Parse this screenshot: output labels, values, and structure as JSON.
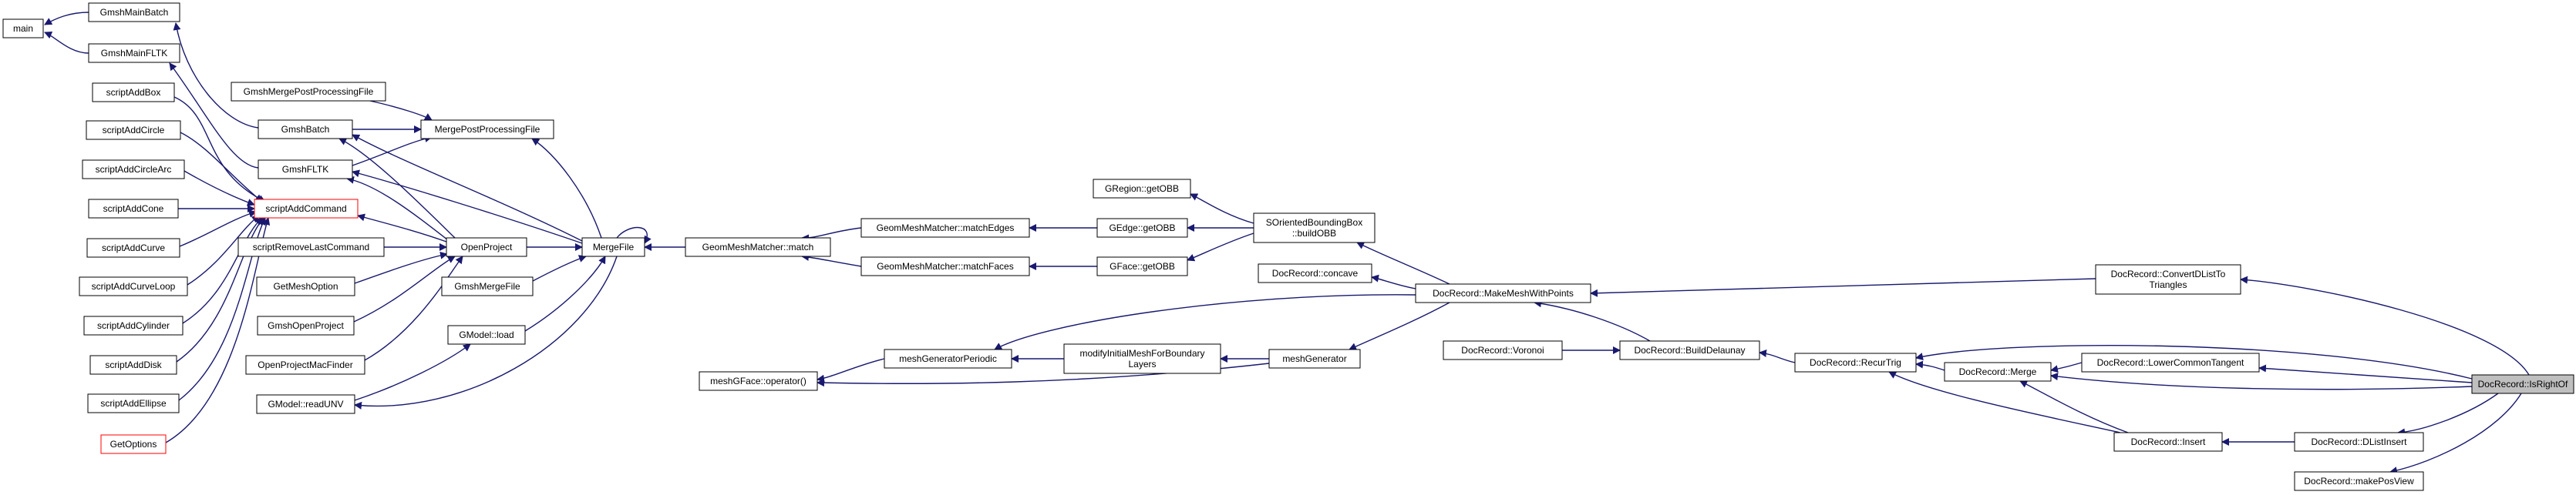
{
  "graph": {
    "edge_color": "#191970",
    "highlight_fill": "#bfbfbf",
    "warning_border": "#ff0000",
    "nodes": {
      "main": {
        "label": [
          "main"
        ]
      },
      "GmshMainBatch": {
        "label": [
          "GmshMainBatch"
        ]
      },
      "GmshMainFLTK": {
        "label": [
          "GmshMainFLTK"
        ]
      },
      "scriptAddBox": {
        "label": [
          "scriptAddBox"
        ]
      },
      "scriptAddCircle": {
        "label": [
          "scriptAddCircle"
        ]
      },
      "scriptAddCircleArc": {
        "label": [
          "scriptAddCircleArc"
        ]
      },
      "scriptAddCone": {
        "label": [
          "scriptAddCone"
        ]
      },
      "scriptAddCurve": {
        "label": [
          "scriptAddCurve"
        ]
      },
      "scriptAddCurveLoop": {
        "label": [
          "scriptAddCurveLoop"
        ]
      },
      "scriptAddCylinder": {
        "label": [
          "scriptAddCylinder"
        ]
      },
      "scriptAddDisk": {
        "label": [
          "scriptAddDisk"
        ]
      },
      "scriptAddEllipse": {
        "label": [
          "scriptAddEllipse"
        ]
      },
      "GetOptions": {
        "label": [
          "GetOptions"
        ]
      },
      "GmshMergePostProcessingFile": {
        "label": [
          "GmshMergePostProcessingFile"
        ]
      },
      "GmshBatch": {
        "label": [
          "GmshBatch"
        ]
      },
      "GmshFLTK": {
        "label": [
          "GmshFLTK"
        ]
      },
      "scriptAddCommand": {
        "label": [
          "scriptAddCommand"
        ]
      },
      "scriptRemoveLastCommand": {
        "label": [
          "scriptRemoveLastCommand"
        ]
      },
      "GetMeshOption": {
        "label": [
          "GetMeshOption"
        ]
      },
      "GmshOpenProject": {
        "label": [
          "GmshOpenProject"
        ]
      },
      "OpenProjectMacFinder": {
        "label": [
          "OpenProjectMacFinder"
        ]
      },
      "GModelReadUNV": {
        "label": [
          "GModel::readUNV"
        ]
      },
      "MergePostProcessingFile": {
        "label": [
          "MergePostProcessingFile"
        ]
      },
      "OpenProject": {
        "label": [
          "OpenProject"
        ]
      },
      "GmshMergeFile": {
        "label": [
          "GmshMergeFile"
        ]
      },
      "GModelLoad": {
        "label": [
          "GModel::load"
        ]
      },
      "MergeFile": {
        "label": [
          "MergeFile"
        ]
      },
      "GeomMeshMatcherMatch": {
        "label": [
          "GeomMeshMatcher::match"
        ]
      },
      "meshGFaceOperator": {
        "label": [
          "meshGFace::operator()"
        ]
      },
      "GeomMeshMatcherMatchEdges": {
        "label": [
          "GeomMeshMatcher::matchEdges"
        ]
      },
      "GeomMeshMatcherMatchFaces": {
        "label": [
          "GeomMeshMatcher::matchFaces"
        ]
      },
      "meshGeneratorPeriodic": {
        "label": [
          "meshGeneratorPeriodic"
        ]
      },
      "GRegionGetOBB": {
        "label": [
          "GRegion::getOBB"
        ]
      },
      "GEdgeGetOBB": {
        "label": [
          "GEdge::getOBB"
        ]
      },
      "GFaceGetOBB": {
        "label": [
          "GFace::getOBB"
        ]
      },
      "modifyInitialMesh": {
        "label": [
          "modifyInitialMeshForBoundary",
          "Layers"
        ]
      },
      "meshGenerator": {
        "label": [
          "meshGenerator"
        ]
      },
      "SOrientedBoundingBox": {
        "label": [
          "SOrientedBoundingBox",
          "::buildOBB"
        ]
      },
      "DocRecordConcave": {
        "label": [
          "DocRecord::concave"
        ]
      },
      "DocRecordVoronoi": {
        "label": [
          "DocRecord::Voronoi"
        ]
      },
      "DocRecordMakeMesh": {
        "label": [
          "DocRecord::MakeMeshWithPoints"
        ]
      },
      "DocRecordBuildDelaunay": {
        "label": [
          "DocRecord::BuildDelaunay"
        ]
      },
      "DocRecordRecurTrig": {
        "label": [
          "DocRecord::RecurTrig"
        ]
      },
      "DocRecordMerge": {
        "label": [
          "DocRecord::Merge"
        ]
      },
      "DocRecordInsert": {
        "label": [
          "DocRecord::Insert"
        ]
      },
      "DocRecordConvert": {
        "label": [
          "DocRecord::ConvertDListTo",
          "Triangles"
        ]
      },
      "DocRecordLowerCommonTangent": {
        "label": [
          "DocRecord::LowerCommonTangent"
        ]
      },
      "DocRecordDListInsert": {
        "label": [
          "DocRecord::DListInsert"
        ]
      },
      "DocRecordMakePosView": {
        "label": [
          "DocRecord::makePosView"
        ]
      },
      "DocRecordIsRightOf": {
        "label": [
          "DocRecord::IsRightOf"
        ]
      }
    }
  }
}
